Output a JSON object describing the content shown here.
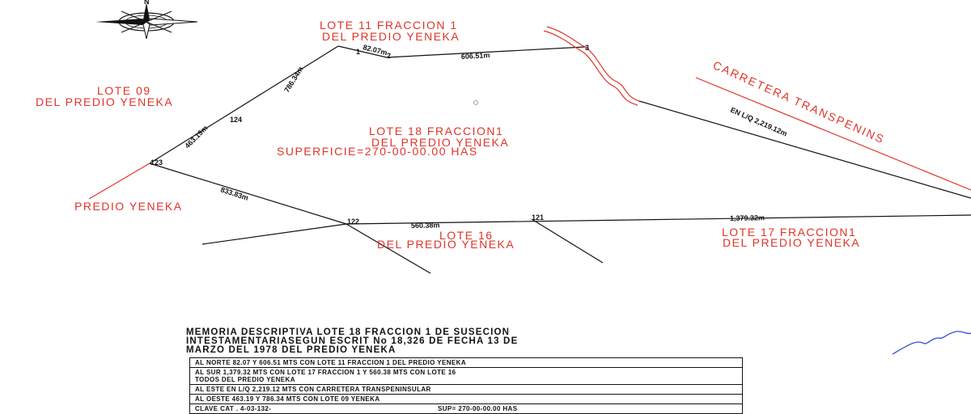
{
  "labels": {
    "lote11": [
      "LOTE  11  FRACCION  1",
      "DEL  PREDIO  YENEKA"
    ],
    "lote09": [
      "LOTE  09",
      "DEL  PREDIO  YENEKA"
    ],
    "lote18": [
      "LOTE  18  FRACCION1",
      "DEL  PREDIO  YENEKA",
      "SUPERFICIE=270-00-00.00   HAS"
    ],
    "predio": "PREDIO  YENEKA",
    "lote16": [
      "LOTE  16",
      "DEL  PREDIO  YENEKA"
    ],
    "lote17": [
      "LOTE  17  FRACCION1",
      "DEL  PREDIO  YENEKA"
    ],
    "carretera": "CARRETERA  TRANSPENINS"
  },
  "measurements": {
    "m82": "82.07m",
    "m606": "606.51m",
    "m786": "786.34m",
    "m463": "463.19m",
    "m833": "833.83m",
    "m560": "560.38m",
    "m1379": "1,379.32m",
    "mLQ": "EN L/Q 2,219.12m"
  },
  "vertices": {
    "v1": "1",
    "v2": "2",
    "v3": "3",
    "v21": "121",
    "v22": "122",
    "v23": "123",
    "v24": "124"
  },
  "compass": {
    "north": "N"
  },
  "memoria": {
    "title1": "MEMORIA DESCRIPTIVA LOTE 18 FRACCION 1 DE SUSECION",
    "title2": "INTESTAMENTARIASEGUN ESCRIT No 18,326 DE FECHA 13 DE",
    "title3": "MARZO DEL 1978 DEL PREDIO YENEKA",
    "norte": "AL NORTE 82.07 Y 606.51 MTS CON LOTE 11 FRACCION 1 DEL PREDIO YENEKA",
    "sur1": "AL SUR   1,379.32 MTS CON   LOTE 17 FRACCION  1  Y  560.38 MTS CON LOTE 16",
    "sur2": "TODOS DEL PREDIO YENEKA",
    "este": "AL ESTE EN L/Q 2,219.12 MTS CON CARRETERA TRANSPENINSULAR",
    "oeste": "AL OESTE  463.19 Y 786.34 MTS CON LOTE 09 YENEKA",
    "clave": "CLAVE CAT . 4-03-132-",
    "sup": "SUP= 270-00-00.00 HAS"
  },
  "colors": {
    "label": "#e0342a",
    "line": "#111111",
    "sketch": "#2f4fd0"
  }
}
